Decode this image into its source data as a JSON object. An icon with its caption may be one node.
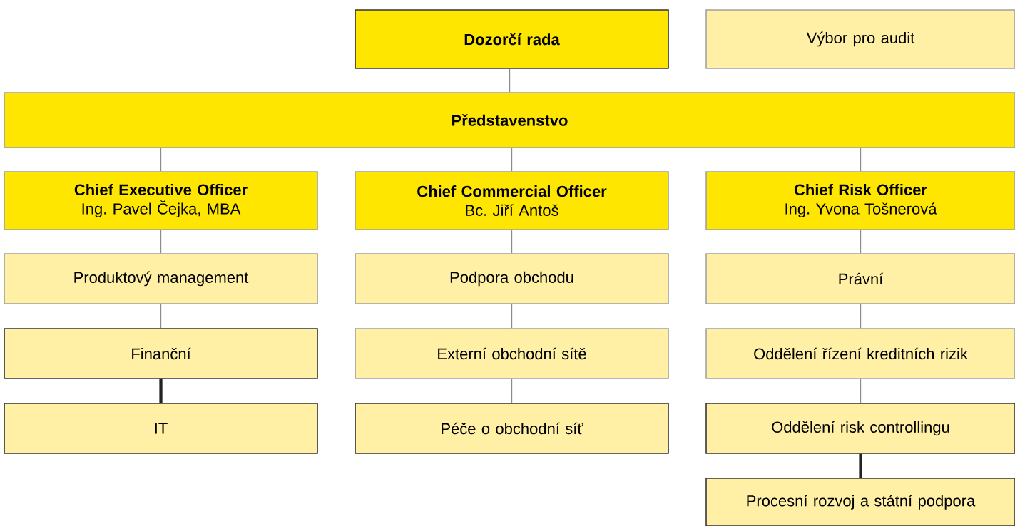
{
  "diagram": {
    "nodes": [
      {
        "text": [
          "Dozorčí rada"
        ]
      },
      {
        "text": [
          "Výbor pro audit"
        ]
      },
      {
        "text": [
          "Představenstvo"
        ]
      },
      {
        "text": [
          "Chief Executive Officer",
          "Ing. Pavel Čejka, MBA"
        ]
      },
      {
        "text": [
          "Chief Commercial Officer",
          "Bc. Jiří Antoš"
        ]
      },
      {
        "text": [
          "Chief Risk Officer",
          "Ing. Yvona Tošnerová"
        ]
      },
      {
        "text": [
          "Produktový management"
        ]
      },
      {
        "text": [
          "Podpora obchodu"
        ]
      },
      {
        "text": [
          "Právní"
        ]
      },
      {
        "text": [
          "Finanční"
        ]
      },
      {
        "text": [
          "Externí obchodní sítě"
        ]
      },
      {
        "text": [
          "Oddělení řízení kreditních rizik"
        ]
      },
      {
        "text": [
          "IT"
        ]
      },
      {
        "text": [
          "Péče o obchodní síť"
        ]
      },
      {
        "text": [
          "Oddělení risk controllingu"
        ]
      },
      {
        "text": [
          "Procesní rozvoj a státní podpora"
        ]
      }
    ],
    "edges": [
      {
        "from": 0,
        "to": 2,
        "arrow": "none"
      },
      {
        "from": 2,
        "to": 3,
        "arrow": "none"
      },
      {
        "from": 2,
        "to": 4,
        "arrow": "none"
      },
      {
        "from": 2,
        "to": 5,
        "arrow": "none"
      },
      {
        "from": 3,
        "to": 6,
        "arrow": "none"
      },
      {
        "from": 4,
        "to": 7,
        "arrow": "none"
      },
      {
        "from": 5,
        "to": 8,
        "arrow": "none"
      },
      {
        "from": 6,
        "to": 9,
        "arrow": "none"
      },
      {
        "from": 7,
        "to": 10,
        "arrow": "none"
      },
      {
        "from": 8,
        "to": 11,
        "arrow": "none"
      },
      {
        "from": 9,
        "to": 12,
        "arrow": "none",
        "style": "thick",
        "color": "#222222"
      },
      {
        "from": 10,
        "to": 13,
        "arrow": "none"
      },
      {
        "from": 11,
        "to": 14,
        "arrow": "none"
      },
      {
        "from": 14,
        "to": 15,
        "arrow": "none",
        "style": "thick",
        "color": "#222222"
      }
    ]
  }
}
